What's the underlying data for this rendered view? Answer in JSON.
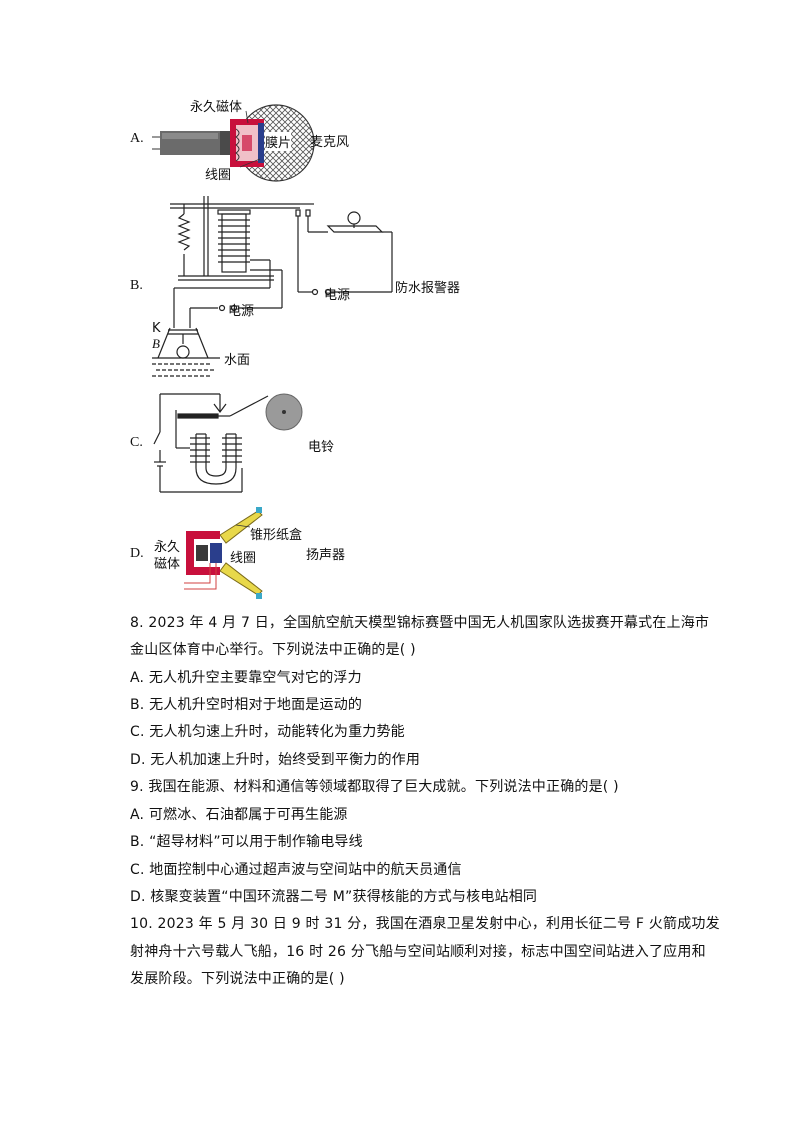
{
  "figures": {
    "A": {
      "letter": "A.",
      "labels": {
        "magnet": "永久磁体",
        "diaphragm": "膜片",
        "device": "麦克风",
        "coil": "线圈"
      }
    },
    "B": {
      "letter": "B.",
      "labels": {
        "power1": "电源",
        "power2": "电源",
        "alarm": "防水报警器",
        "k": "K",
        "b": "B",
        "water": "水面"
      }
    },
    "C": {
      "letter": "C.",
      "labels": {
        "bell": "电铃"
      }
    },
    "D": {
      "letter": "D.",
      "labels": {
        "cone": "锥形纸盒",
        "magnet_line1": "永久",
        "magnet_line2": "磁体",
        "coil": "线圈",
        "device": "扬声器"
      }
    }
  },
  "questions": [
    {
      "lines": [
        "8.   2023 年 4 月 7 日，全国航空航天模型锦标赛暨中国无人机国家队选拔赛开幕式在上海市",
        "金山区体育中心举行。下列说法中正确的是(    )"
      ],
      "options": [
        "A.  无人机升空主要靠空气对它的浮力",
        "B.  无人机升空时相对于地面是运动的",
        "C.  无人机匀速上升时，动能转化为重力势能",
        "D.  无人机加速上升时，始终受到平衡力的作用"
      ]
    },
    {
      "lines": [
        "9.   我国在能源、材料和通信等领域都取得了巨大成就。下列说法中正确的是(    )"
      ],
      "options": [
        "A.  可燃冰、石油都属于可再生能源",
        "B.  “超导材料”可以用于制作输电导线",
        "C.  地面控制中心通过超声波与空间站中的航天员通信",
        "D.  核聚变装置“中国环流器二号 M”获得核能的方式与核电站相同"
      ]
    },
    {
      "lines": [
        "10.    2023 年 5 月 30 日 9 时 31 分，我国在酒泉卫星发射中心，利用长征二号 F 火箭成功发",
        "射神舟十六号载人飞船，16 时 26 分飞船与空间站顺利对接，标志中国空间站进入了应用和",
        "发展阶段。下列说法中正确的是(    )"
      ]
    }
  ]
}
